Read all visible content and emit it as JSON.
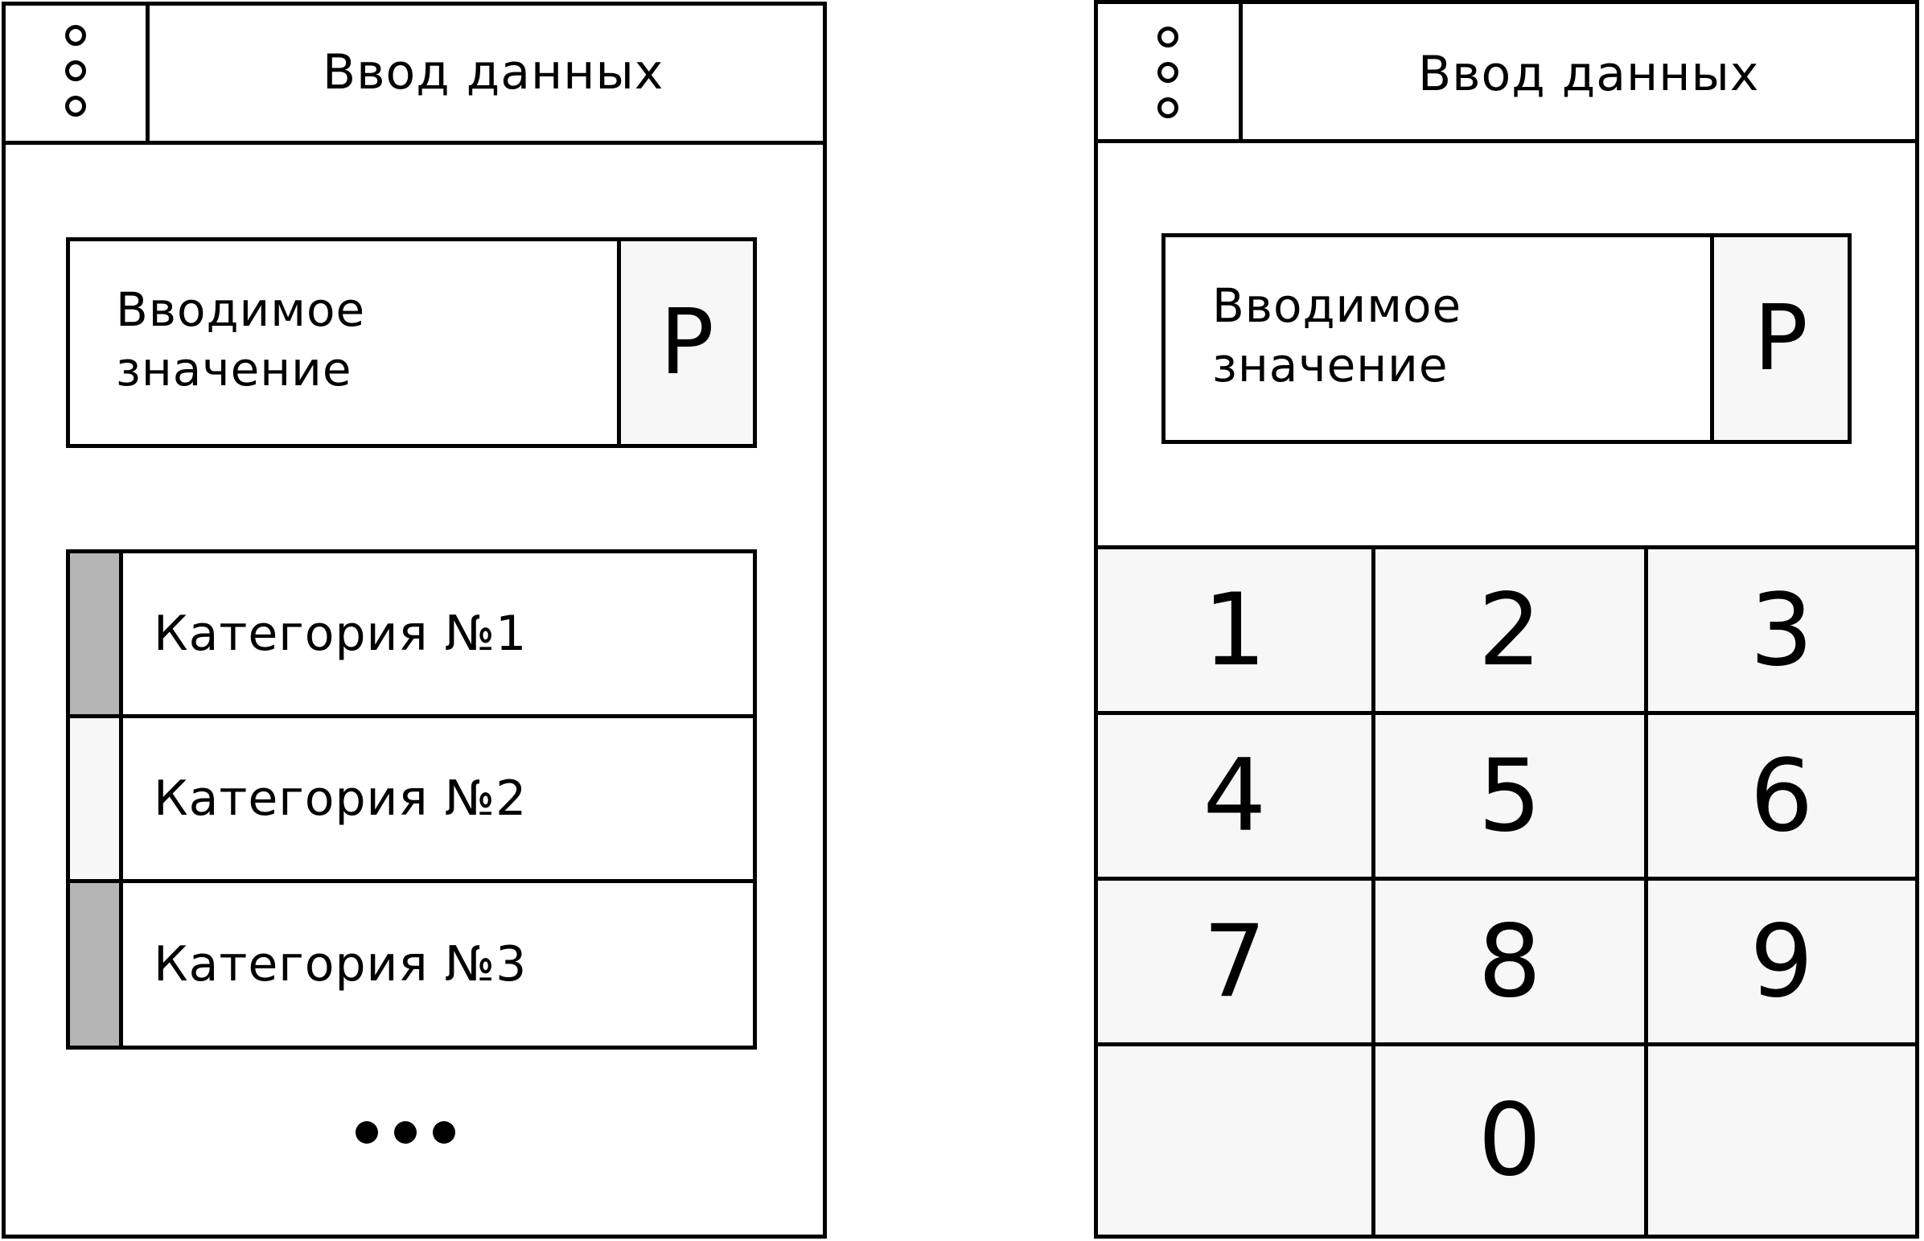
{
  "left_screen": {
    "header": {
      "title": "Ввод данных",
      "menu_icon": "vertical-dots-icon"
    },
    "input": {
      "label": "Вводимое\nзначение",
      "unit": "P"
    },
    "categories": [
      {
        "label": "Категория №1",
        "marker_color": "#b5b5b5"
      },
      {
        "label": "Категория №2",
        "marker_color": "#f7f7f7"
      },
      {
        "label": "Категория №3",
        "marker_color": "#b5b5b5"
      }
    ],
    "more_icon": "ellipsis-icon"
  },
  "right_screen": {
    "header": {
      "title": "Ввод данных",
      "menu_icon": "vertical-dots-icon"
    },
    "input": {
      "label": "Вводимое\nзначение",
      "unit": "P"
    },
    "keypad": [
      "1",
      "2",
      "3",
      "4",
      "5",
      "6",
      "7",
      "8",
      "9",
      "",
      "0",
      ""
    ]
  },
  "colors": {
    "border": "#000000",
    "button_fill": "#f7f7f7",
    "marker_fill": "#b5b5b5",
    "background": "#ffffff"
  }
}
